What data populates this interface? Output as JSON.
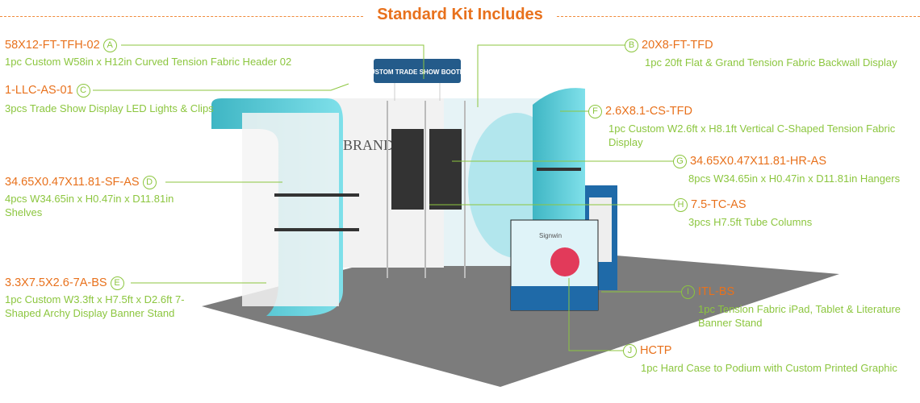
{
  "title": "Standard Kit Includes",
  "booth": {
    "header_text": "CUSTOM TRADE SHOW BOOTHS",
    "brand_word": "BRAND",
    "podium_brand": "Signwin"
  },
  "colors": {
    "code": "#e8711c",
    "desc": "#8cc63f",
    "line": "#8cc63f"
  },
  "items": [
    {
      "letter": "A",
      "code": "58X12-FT-TFH-02",
      "desc": "1pc Custom W58in x H12in Curved Tension Fabric Header 02"
    },
    {
      "letter": "B",
      "code": "20X8-FT-TFD",
      "desc": "1pc 20ft Flat & Grand Tension Fabric Backwall Display"
    },
    {
      "letter": "C",
      "code": "1-LLC-AS-01",
      "desc": "3pcs Trade Show Display LED Lights & Clips"
    },
    {
      "letter": "D",
      "code": "34.65X0.47X11.81-SF-AS",
      "desc": "4pcs W34.65in x H0.47in x D11.81in Shelves"
    },
    {
      "letter": "E",
      "code": "3.3X7.5X2.6-7A-BS",
      "desc": "1pc Custom W3.3ft x H7.5ft x D2.6ft 7-Shaped Archy Display Banner Stand"
    },
    {
      "letter": "F",
      "code": "2.6X8.1-CS-TFD",
      "desc": "1pc Custom W2.6ft x H8.1ft Vertical C-Shaped Tension Fabric Display"
    },
    {
      "letter": "G",
      "code": "34.65X0.47X11.81-HR-AS",
      "desc": "8pcs W34.65in x H0.47in x D11.81in Hangers"
    },
    {
      "letter": "H",
      "code": "7.5-TC-AS",
      "desc": "3pcs H7.5ft Tube Columns"
    },
    {
      "letter": "I",
      "code": "ITL-BS",
      "desc": "1pc Tension Fabric iPad, Tablet & Literature Banner Stand"
    },
    {
      "letter": "J",
      "code": "HCTP",
      "desc": "1pc Hard Case to Podium with Custom Printed Graphic"
    }
  ]
}
